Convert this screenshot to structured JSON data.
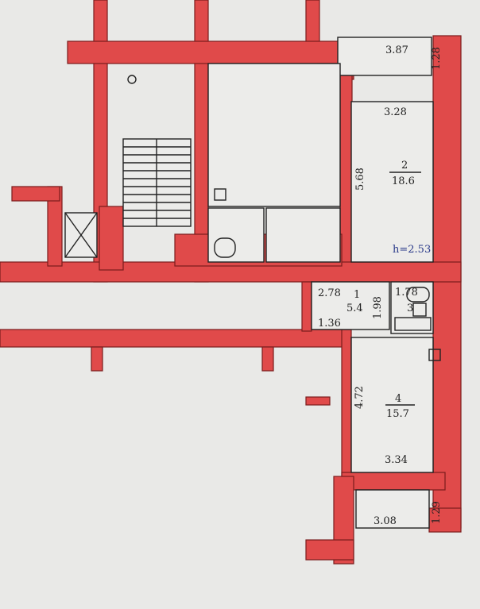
{
  "rooms": {
    "r1": {
      "number": "1",
      "area": "5.4",
      "dim_top": "2.78",
      "dim_bottom": "1.36",
      "dim_side": "1.98"
    },
    "r2": {
      "number": "2",
      "area": "18.6",
      "dim_top": "3.28",
      "dim_side": "5.68",
      "height": "h=2.53"
    },
    "r3": {
      "number": "3",
      "dim_top": "1.78"
    },
    "r4": {
      "number": "4",
      "area": "15.7",
      "dim_side": "4.72",
      "dim_bottom": "3.34"
    }
  },
  "balconies": {
    "top": {
      "length": "3.87",
      "depth": "1.28"
    },
    "bottom": {
      "length": "3.08",
      "depth": "1.29"
    }
  }
}
